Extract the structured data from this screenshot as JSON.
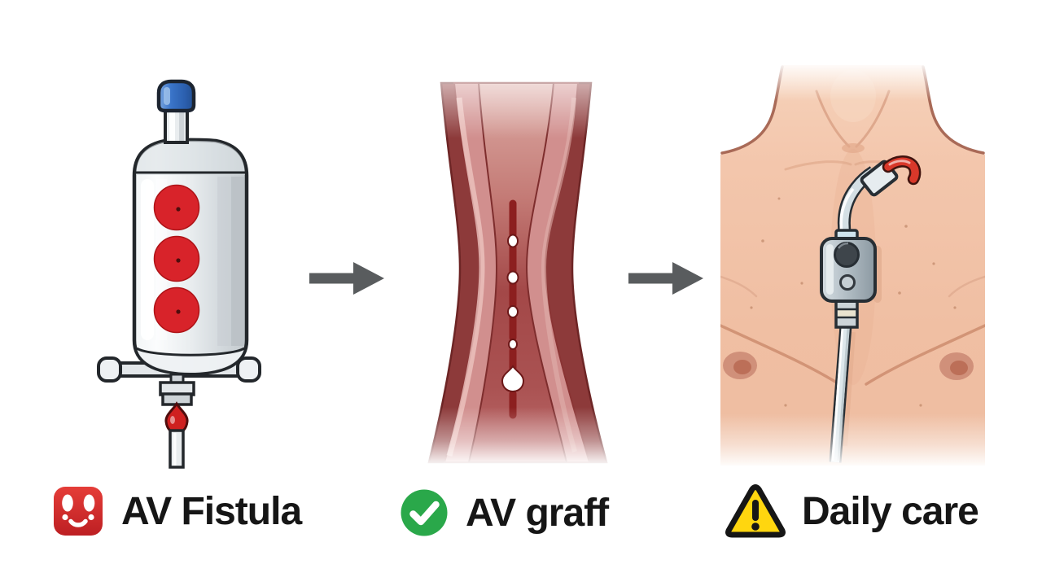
{
  "figure": {
    "steps": [
      {
        "id": "av-fistula",
        "label": "AV Fistula",
        "icon": "red-face-badge-icon",
        "icon_color": "#d8262c",
        "illustration": "iv-bottle-with-blood-ports"
      },
      {
        "id": "av-graft",
        "label": "AV graff",
        "icon": "check-circle-icon",
        "icon_color": "#2aa84a",
        "illustration": "narrowed-blood-vessel-with-suture"
      },
      {
        "id": "daily-care",
        "label": "Daily care",
        "icon": "warning-triangle-icon",
        "icon_color": "#ffd60f",
        "illustration": "chest-catheter"
      }
    ],
    "arrows": [
      {
        "icon": "arrow-right-icon",
        "color": "#595c5e"
      },
      {
        "icon": "arrow-right-icon",
        "color": "#595c5e"
      }
    ],
    "palette": {
      "background": "#ffffff",
      "outline": "#23272b",
      "text": "#161616",
      "blood_red": "#d8232a",
      "bottle_cap_blue": "#3a74c9",
      "bottle_glass": "#e9edef",
      "vessel_dark": "#8d3a3a",
      "vessel_light": "#d18f8e",
      "vessel_core": "#a34848",
      "skin": "#f2c3a8",
      "skin_line": "#a96a57",
      "device_gray": "#aeb9c0",
      "check_green": "#2aa84a",
      "warning_yellow": "#ffd60f",
      "badge_red": "#d8262c"
    }
  }
}
